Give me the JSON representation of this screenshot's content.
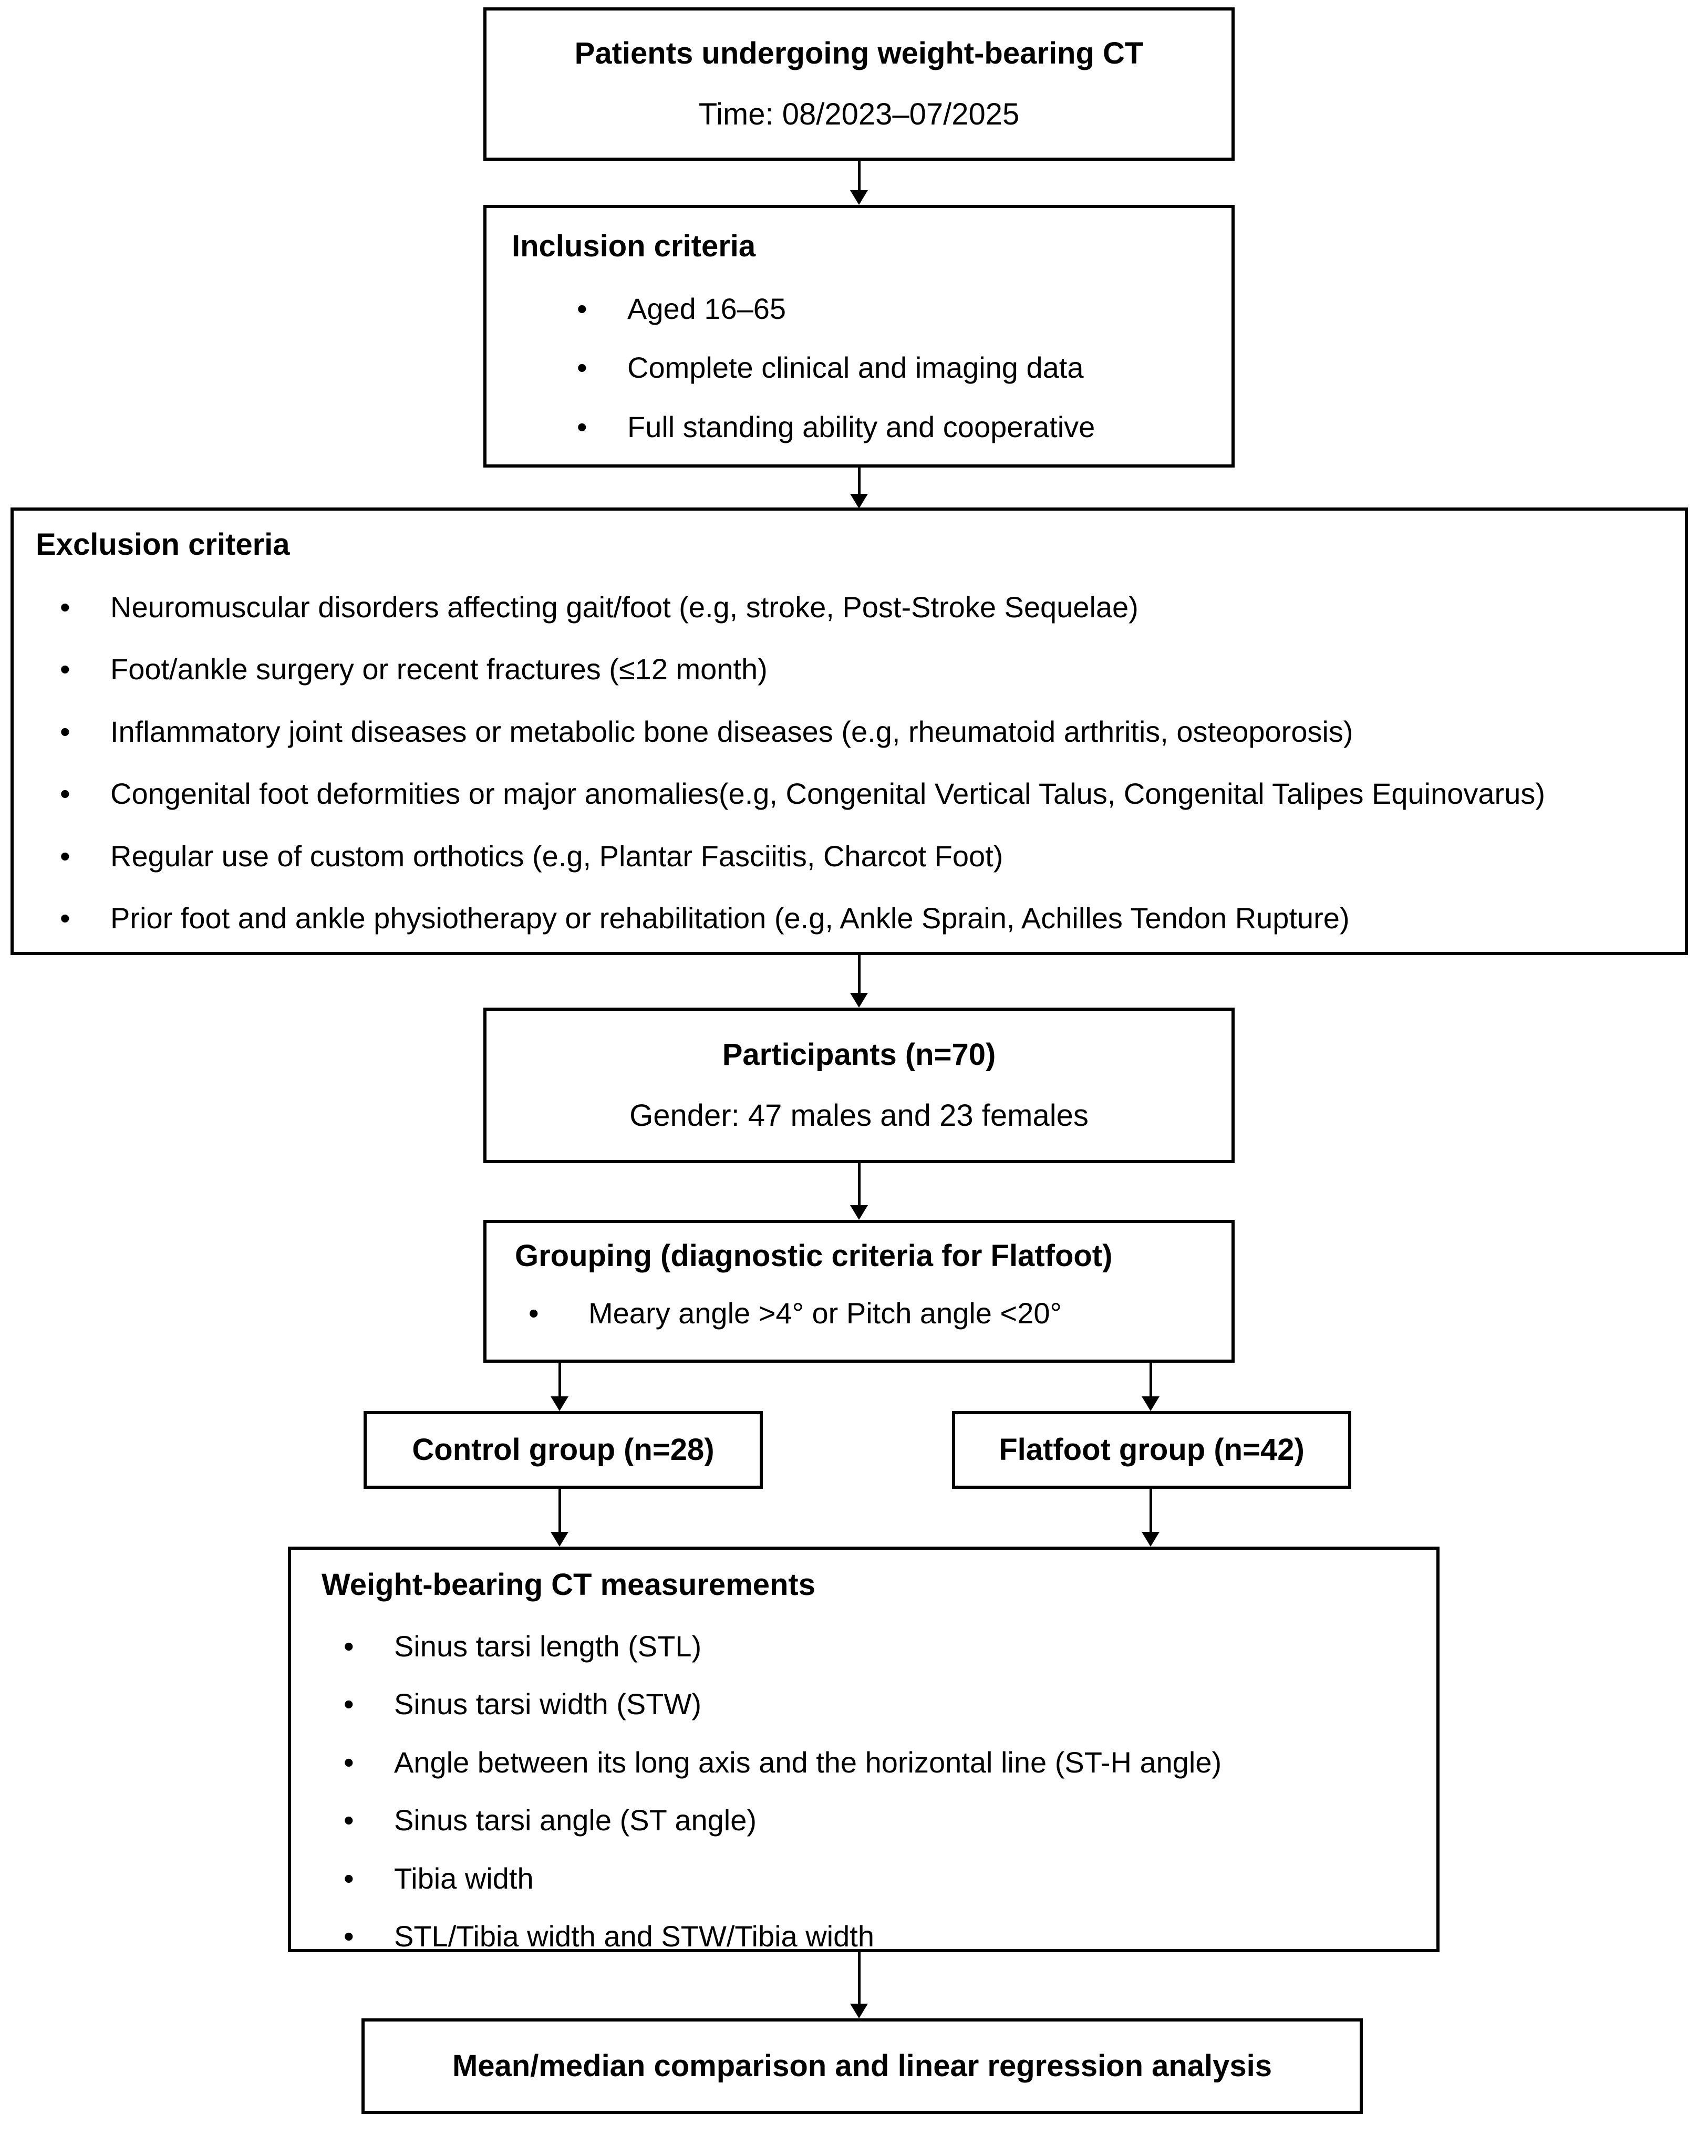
{
  "figure": {
    "type": "flowchart",
    "orientation": "top-to-bottom"
  },
  "nodes": {
    "source": {
      "title": "Patients undergoing weight-bearing CT",
      "subtitle": "Time: 08/2023–07/2025"
    },
    "inclusion": {
      "heading": "Inclusion criteria",
      "bullet_glyph": "•",
      "items": [
        "Aged 16–65",
        "Complete clinical and imaging data",
        "Full standing ability and cooperative"
      ]
    },
    "exclusion": {
      "heading": "Exclusion criteria",
      "bullet_glyph": "•",
      "items": [
        "Neuromuscular disorders affecting gait/foot (e.g, stroke, Post-Stroke Sequelae)",
        "Foot/ankle surgery or recent fractures (≤12 month)",
        "Inflammatory joint diseases or metabolic bone diseases (e.g, rheumatoid arthritis, osteoporosis)",
        "Congenital foot deformities or major anomalies(e.g, Congenital Vertical Talus, Congenital Talipes Equinovarus)",
        "Regular use of custom orthotics (e.g, Plantar Fasciitis, Charcot Foot)",
        "Prior foot and ankle physiotherapy or rehabilitation (e.g, Ankle Sprain, Achilles Tendon Rupture)"
      ]
    },
    "participants": {
      "title": "Participants (n=70)",
      "subtitle": "Gender: 47 males and 23 females"
    },
    "grouping": {
      "heading": "Grouping (diagnostic criteria for Flatfoot)",
      "bullet_glyph": "•",
      "items": [
        "Meary angle >4° or Pitch angle <20°"
      ]
    },
    "control_group": {
      "title": "Control group (n=28)"
    },
    "flatfoot_group": {
      "title": "Flatfoot group (n=42)"
    },
    "measurements": {
      "heading": "Weight-bearing CT measurements",
      "bullet_glyph": "•",
      "items": [
        "Sinus tarsi length (STL)",
        "Sinus tarsi width (STW)",
        "Angle between its long axis and the horizontal line (ST-H angle)",
        "Sinus tarsi angle (ST angle)",
        "Tibia width",
        "STL/Tibia width and STW/Tibia width"
      ]
    },
    "analysis": {
      "title": "Mean/median comparison and linear regression analysis"
    }
  },
  "colors": {
    "stroke": "#000000",
    "background": "#ffffff",
    "text": "#000000"
  }
}
